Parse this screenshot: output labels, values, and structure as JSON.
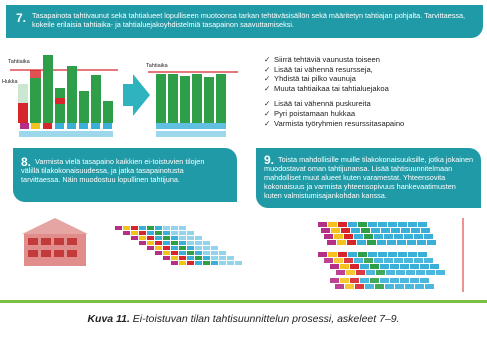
{
  "step7": {
    "number": "7.",
    "text": "Tasapainota tahtivaunut sekä tahtialueet lopulliseen muotoonsa tarkan tehtäväsisällön sekä määritetyn tahtiajan pohjalta. Tarvittaessa, kokeile erilaisia tahtiaika- ja tahtialuejakoyhdistelmiä tasapainon saavuttamiseksi."
  },
  "chart_labels": {
    "tahtiaika_left": "Tahtiaika",
    "tahtiaika_right": "Tahtiaika",
    "hukka": "Hukka"
  },
  "checklist": {
    "group1": [
      "Siirrä tehtäviä vaunusta toiseen",
      "Lisää tai vähennä resursseja,",
      "Yhdistä tai pilko vaunuja",
      "Muuta tahtiaikaa tai tahtialuejakoa"
    ],
    "group2": [
      "Lisää tai vähennä puskureita",
      "Pyri poistamaan hukkaa",
      "Varmista työryhmien resurssitasapaino"
    ],
    "check_glyph": "✓"
  },
  "step8": {
    "number": "8.",
    "text": "Varmista vielä tasapaino kaikkien ei-toistuvien tilojen välillä tilakokonaisuudessa, ja jatka tasapainotusta tarvittaessa. Näin muodostuu lopullinen tahtijuna."
  },
  "step9": {
    "number": "9.",
    "text": "Toista mahdollisille muille tilakokonaisuuksille, jotka jokainen muodostavat oman tahtijunansa. Lisää tahtisuunnitelmaan mahdolliset muut alueet kuten varamestat. Yhteensovita kokonaisuus ja varmista yhteensopivuus hankevaatimusten kuten valmistumisajankohdan kanssa."
  },
  "caption": {
    "label": "Kuva 11.",
    "text": "Ei-toistuvan tilan tahtisuunnittelun prosessi, askeleet 7–9."
  },
  "colors": {
    "teal": "#1f9aa6",
    "green": "#2e9f48",
    "red": "#d7262b",
    "arrow": "#2fb3bf",
    "accent_green": "#7ac143"
  }
}
